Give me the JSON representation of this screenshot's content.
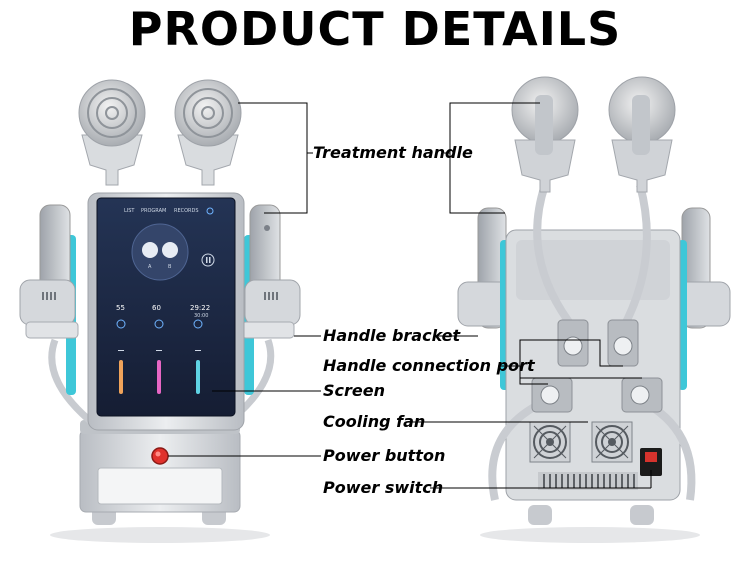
{
  "title": "PRODUCT DETAILS",
  "screen": {
    "tabs": [
      "LIST",
      "PROGRAM",
      "RECORDS"
    ],
    "label_a": "A",
    "label_b": "B",
    "value_1": "55",
    "value_2": "60",
    "value_3": "29:22",
    "value_3_sub": "30:00"
  },
  "callouts": {
    "treatment_handle": "Treatment handle",
    "handle_bracket": "Handle bracket",
    "handle_connection_port": "Handle connection port",
    "screen": "Screen",
    "cooling_fan": "Cooling fan",
    "power_button": "Power button",
    "power_switch": "Power switch"
  },
  "colors": {
    "accent_cyan": "#3ec7d8",
    "screen_bg": "#1e2a44",
    "power_button": "#e0312c",
    "body_gray": "#c9ccd1"
  }
}
